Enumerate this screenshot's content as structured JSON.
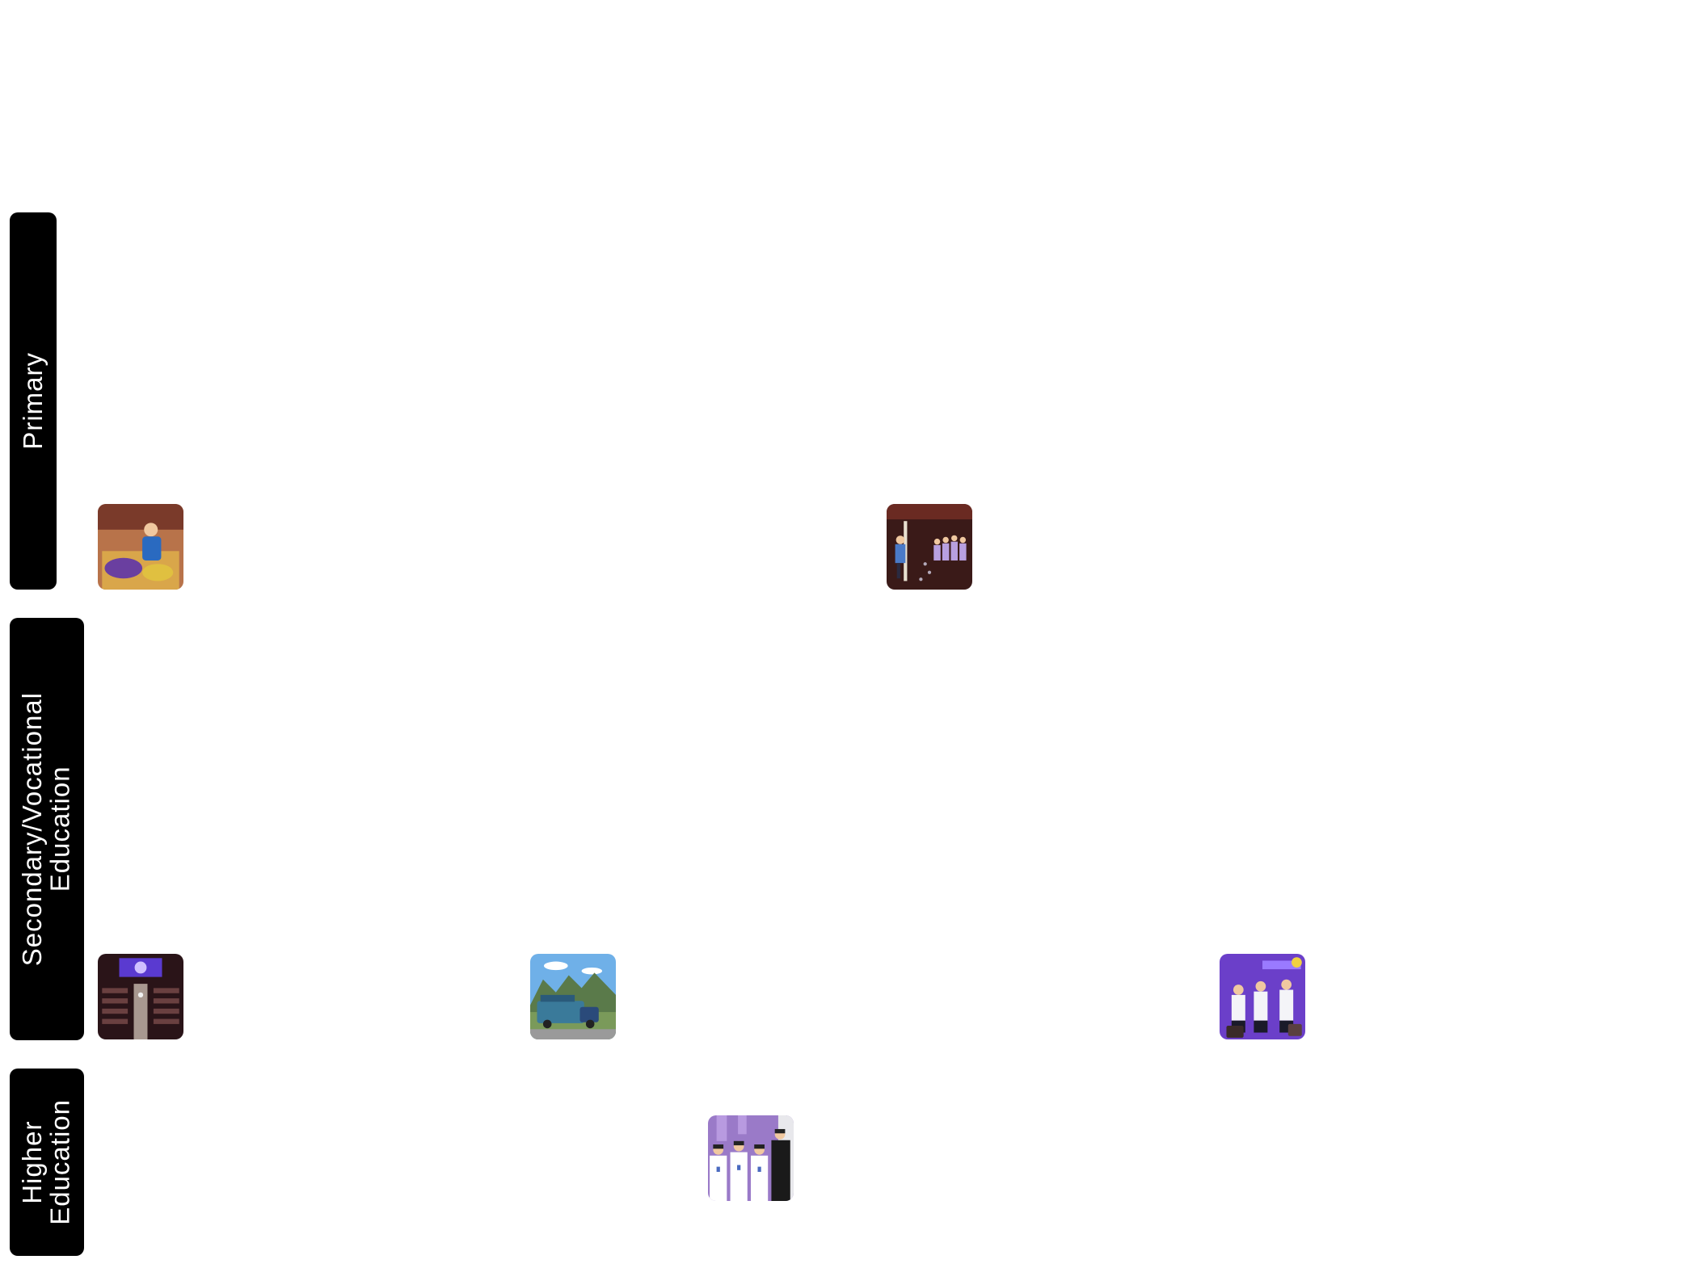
{
  "lanes": [
    {
      "label": "Primary"
    },
    {
      "label": "Secondary/Vocational\nEducation"
    },
    {
      "label": "Higher\nEducation"
    }
  ],
  "thumbnails": [
    {
      "lane": "Primary",
      "icon": "photo-thumbnail"
    },
    {
      "lane": "Primary",
      "icon": "photo-thumbnail"
    },
    {
      "lane": "Secondary/Vocational Education",
      "icon": "photo-thumbnail"
    },
    {
      "lane": "Secondary/Vocational Education",
      "icon": "photo-thumbnail"
    },
    {
      "lane": "Secondary/Vocational Education",
      "icon": "photo-thumbnail"
    },
    {
      "lane": "Higher Education",
      "icon": "photo-thumbnail"
    }
  ],
  "colors": {
    "lane_background": "#000000",
    "lane_text": "#ffffff",
    "page_background": "#ffffff",
    "accent_purple": "#6b3fc9"
  }
}
